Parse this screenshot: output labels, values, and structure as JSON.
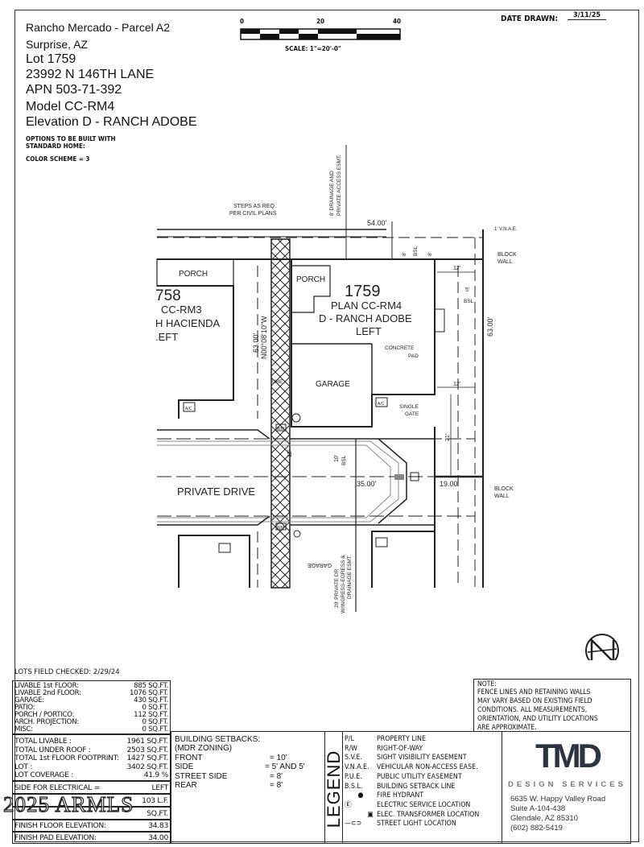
{
  "header": {
    "project": "Rancho Mercado - Parcel A2",
    "city": "Surprise, AZ",
    "lot": "Lot  1759",
    "address": "23992 N 146TH LANE",
    "apn": "APN  503-71-392",
    "model": "Model  CC-RM4",
    "elevation": "Elevation  D - RANCH ADOBE",
    "options_line1": "OPTIONS TO BE BUILT WITH",
    "options_line2": "STANDARD HOME:",
    "color_scheme": "COLOR SCHEME = 3",
    "date_label": "DATE DRAWN:",
    "date_value": "3/11/25"
  },
  "scale": {
    "ticks": [
      "0",
      "20",
      "40"
    ],
    "label": "SCALE: 1\"=20'-0\""
  },
  "plan": {
    "easement_top": "8' DRAINAGE AND",
    "easement_top2": "PRIVATE ACCESS ESMT.",
    "steps1": "STEPS AS REQ.",
    "steps2": "PER CIVIL PLANS",
    "dim_top": "54.00'",
    "vnae": "1' V.N.A.E.",
    "block_wall1": "BLOCK",
    "block_wall2": "WALL",
    "porch": "PORCH",
    "lot_number": "1759",
    "plan_name": "PLAN CC-RM4",
    "plan_elev": "D - RANCH ADOBE",
    "plan_hand": "LEFT",
    "neighbor_number": "758",
    "neighbor_plan": "CC-RM3",
    "neighbor_elev": "H HACIENDA",
    "neighbor_hand": ".EFT",
    "bearing": "N00°08'10\"W",
    "side_dim": "63.00'",
    "concrete1": "CONCRETE",
    "concrete2": "PAD",
    "garage": "GARAGE",
    "ac": "A/C",
    "single_gate1": "SINGLE",
    "single_gate2": "GATE",
    "ube": "UBE",
    "wm": "WM",
    "bsl": "BSL",
    "dim_8": "8'",
    "dim_5": "5'",
    "dim_12": "12'",
    "dim_10": "10'",
    "dim_21": "21'",
    "dim_drive": "35.00'",
    "dim_right": "19.00'",
    "private_drive": "PRIVATE DRIVE",
    "drive_esmt1": "20' PRIVATE DR",
    "drive_esmt2": "W/INGRESS-EGRESS &",
    "drive_esmt3": "DRAINAGE ESMT.",
    "garage_mirror": "GARAGE",
    "north_label": "N"
  },
  "lots_checked": "LOTS FIELD CHECKED:  2/29/24",
  "areas": [
    {
      "label": "LIVABLE 1st FLOOR:",
      "value": "885 SQ.FT."
    },
    {
      "label": "LIVABLE 2nd FLOOR:",
      "value": "1076 SQ.FT."
    },
    {
      "label": "GARAGE:",
      "value": "430 SQ.FT."
    },
    {
      "label": "PATIO:",
      "value": "0 SQ.FT."
    },
    {
      "label": "PORCH / PORTICO:",
      "value": "112 SQ.FT."
    },
    {
      "label": "ARCH. PROJECTION:",
      "value": "0 SQ.FT."
    },
    {
      "label": "MISC:",
      "value": "0 SQ.FT."
    }
  ],
  "totals": [
    {
      "label": "TOTAL LIVABLE :",
      "value": "1961 SQ.FT."
    },
    {
      "label": "TOTAL UNDER ROOF :",
      "value": "2503 SQ.FT."
    },
    {
      "label": "TOTAL 1st FLOOR FOOTPRINT:",
      "value": "1427 SQ.FT."
    },
    {
      "label": "LOT :",
      "value": "3402 SQ.FT."
    },
    {
      "label": "LOT COVERAGE :",
      "value": "41.9 %"
    }
  ],
  "electrical": {
    "label": "SIDE FOR ELECTRICAL =",
    "value": "LEFT"
  },
  "obscured": [
    {
      "value": "103 L.F."
    },
    {
      "value": "SQ.FT."
    }
  ],
  "watermark": "2025 ARMLS",
  "finish_floor": {
    "label": "FINISH FLOOR ELEVATION:",
    "value": "34.83"
  },
  "finish_pad": {
    "label": "FINISH PAD ELEVATION:",
    "value": "34.00"
  },
  "setbacks": {
    "title": "BUILDING SETBACKS:",
    "zoning": "(MDR ZONING)",
    "rows": [
      {
        "label": "FRONT",
        "value": "= 10'"
      },
      {
        "label": "SIDE",
        "value": "= 5' AND 5'"
      },
      {
        "label": "STREET SIDE",
        "value": "= 8'"
      },
      {
        "label": "REAR",
        "value": "= 8'"
      }
    ]
  },
  "legend": {
    "title": "LEGEND",
    "items": [
      {
        "abbr": "P/L",
        "text": "PROPERTY LINE"
      },
      {
        "abbr": "R/W",
        "text": "RIGHT-OF-WAY"
      },
      {
        "abbr": "S.V.E.",
        "text": "SIGHT VISIBILITY EASEMENT"
      },
      {
        "abbr": "V.N.A.E.",
        "text": "VEHICULAR NON-ACCESS EASE."
      },
      {
        "abbr": "P.U.E.",
        "text": "PUBLIC UTILITY EASEMENT"
      },
      {
        "abbr": "B.S.L.",
        "text": "BUILDING SETBACK LINE"
      },
      {
        "abbr": "",
        "icon": "fire-hydrant",
        "text": "FIRE HYDRANT"
      },
      {
        "abbr": "",
        "icon": "electric-service",
        "text": "ELECTRIC SERVICE LOCATION"
      },
      {
        "abbr": "",
        "icon": "transformer",
        "text": "ELEC. TRANSFORMER LOCATION"
      },
      {
        "abbr": "",
        "icon": "street-light",
        "text": "STREET LIGHT LOCATION"
      }
    ]
  },
  "note": {
    "title": "NOTE:",
    "lines": [
      "FENCE LINES AND RETAINING WALLS",
      "MAY VARY BASED ON EXISTING FIELD",
      "CONDITIONS.  ALL MEASUREMENTS,",
      "ORIENTATION, AND UTILITY LOCATIONS",
      "ARE APPROXIMATE."
    ]
  },
  "company": {
    "logo": "TMD",
    "tagline": "DESIGN SERVICES",
    "address1": "6635 W. Happy Valley Road",
    "address2": "Suite A-104-438",
    "address3": "Glendale, AZ 85310",
    "phone": "(602) 882-5419",
    "logo_color": "#2b3440",
    "tagline_color": "#777777"
  }
}
